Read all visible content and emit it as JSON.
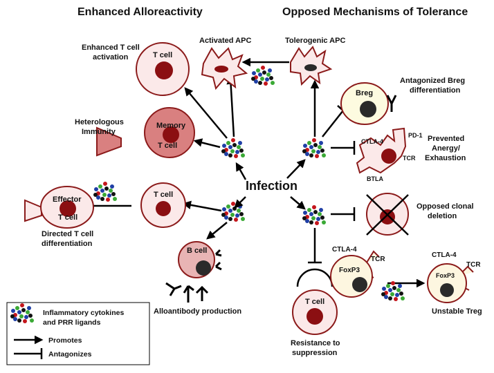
{
  "headings": {
    "left": "Enhanced Alloreactivity",
    "right": "Opposed Mechanisms of Tolerance"
  },
  "center": "Infection",
  "labels": {
    "enhanced_t_activation_1": "Enhanced T cell",
    "enhanced_t_activation_2": "activation",
    "activated_apc": "Activated APC",
    "tolerogenic_apc": "Tolerogenic APC",
    "heterologous_1": "Heterologous",
    "heterologous_2": "Immunity",
    "directed_1": "Directed T cell",
    "directed_2": "differentiation",
    "alloantibody": "Alloantibody production",
    "antag_breg_1": "Antagonized Breg",
    "antag_breg_2": "differentiation",
    "prevented_1": "Prevented",
    "prevented_2": "Anergy/",
    "prevented_3": "Exhaustion",
    "clonal_1": "Opposed clonal",
    "clonal_2": "deletion",
    "resistance_1": "Resistance to",
    "resistance_2": "suppression",
    "unstable": "Unstable Treg"
  },
  "cells": {
    "t_cell": "T cell",
    "memory": "Memory",
    "effector": "Effector",
    "b_cell": "B cell",
    "breg": "Breg",
    "foxp3": "FoxP3"
  },
  "receptors": {
    "ctla4": "CTLA-4",
    "pd1": "PD-1",
    "tcr": "TCR",
    "btla": "BTLA"
  },
  "legend": {
    "cytokines_1": "Inflammatory cytokines",
    "cytokines_2": "and PRR ligands",
    "promotes": "Promotes",
    "antagonizes": "Antagonizes"
  },
  "colors": {
    "cell_fill": "#fbe9e9",
    "cell_stroke": "#8b1a1a",
    "nucleus": "#8b0f12",
    "memory_fill": "#d98080",
    "breg_fill": "#fdfbe0",
    "treg_fill": "#fdf6e0",
    "b_cell_fill": "#e8b4b4",
    "dark_nucleus": "#2a2a2a",
    "dot_blue": "#1f3fa6",
    "dot_green": "#3aa935",
    "dot_red": "#c4161c",
    "dot_black": "#111111"
  }
}
